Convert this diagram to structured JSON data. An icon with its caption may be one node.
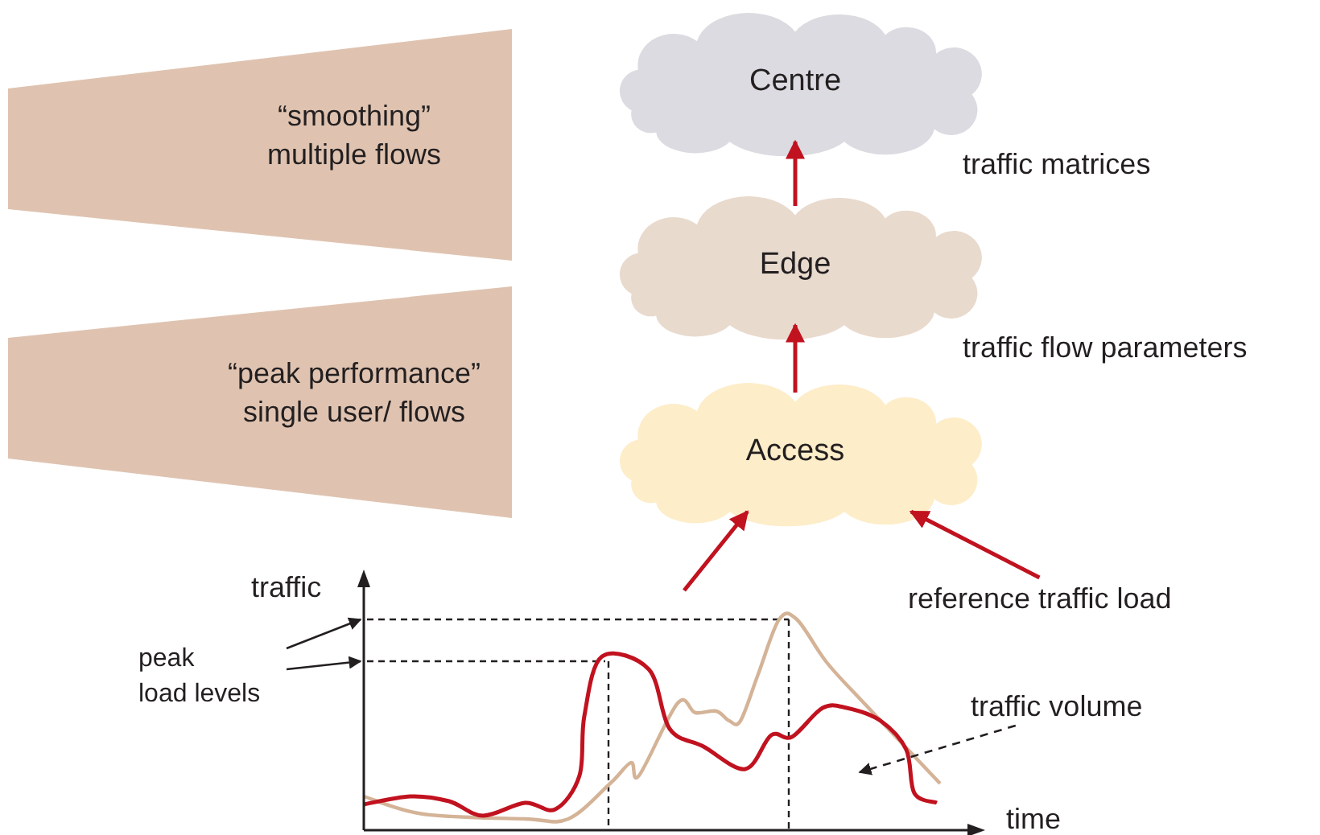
{
  "diagram": {
    "nodes": [
      {
        "text": [
          "Centre"
        ]
      },
      {
        "text": [
          "Edge"
        ]
      },
      {
        "text": [
          "Access"
        ]
      },
      {
        "text": [
          "“smoothing” multiple flows"
        ]
      },
      {
        "text": [
          "“peak performance” single user/ flows"
        ]
      },
      {
        "text": [
          "reference traffic  load"
        ]
      },
      {
        "text": [
          "peak load levels"
        ]
      },
      {
        "text": [
          "traffic volume"
        ]
      }
    ],
    "edges": [
      {
        "from": 1,
        "to": 0,
        "arrow": "to"
      },
      {
        "from": 2,
        "to": 1,
        "arrow": "to"
      },
      {
        "from": null,
        "to": 2,
        "arrow": "to"
      },
      {
        "from": 5,
        "to": 2,
        "arrow": "to"
      },
      {
        "from": 6,
        "to": null,
        "arrow": "to",
        "color": "#231f20"
      },
      {
        "from": 6,
        "to": null,
        "arrow": "to",
        "color": "#231f20"
      },
      {
        "from": 7,
        "to": null,
        "arrow": "to",
        "style": "dashed",
        "color": "#231f20"
      }
    ],
    "labels": [
      "traffic matrices",
      "traffic flow parameters",
      "traffic",
      "time"
    ]
  }
}
